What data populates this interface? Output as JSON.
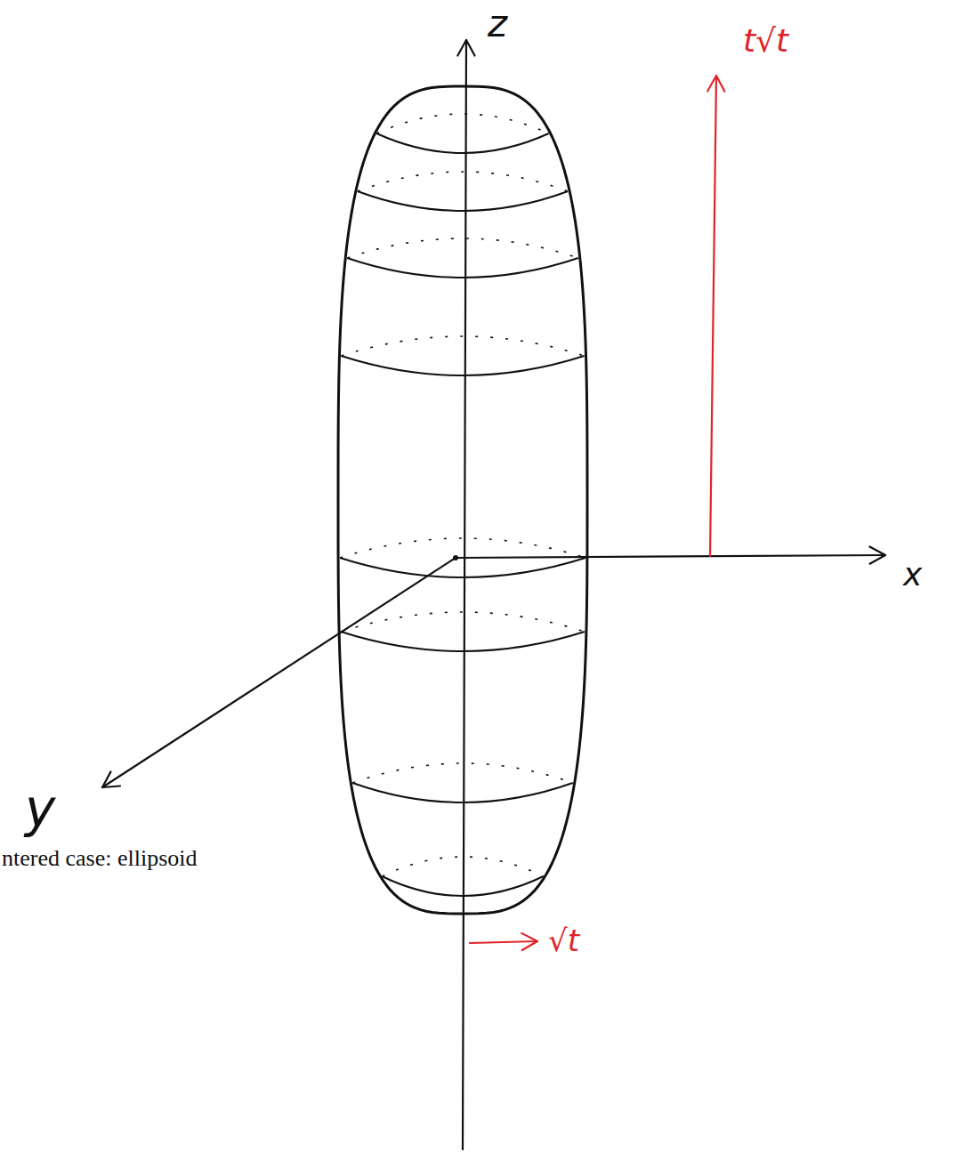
{
  "diagram": {
    "labels": [
      "z",
      "t√t",
      "x",
      "y",
      "ntered case: ellipsoid",
      "√t"
    ]
  }
}
